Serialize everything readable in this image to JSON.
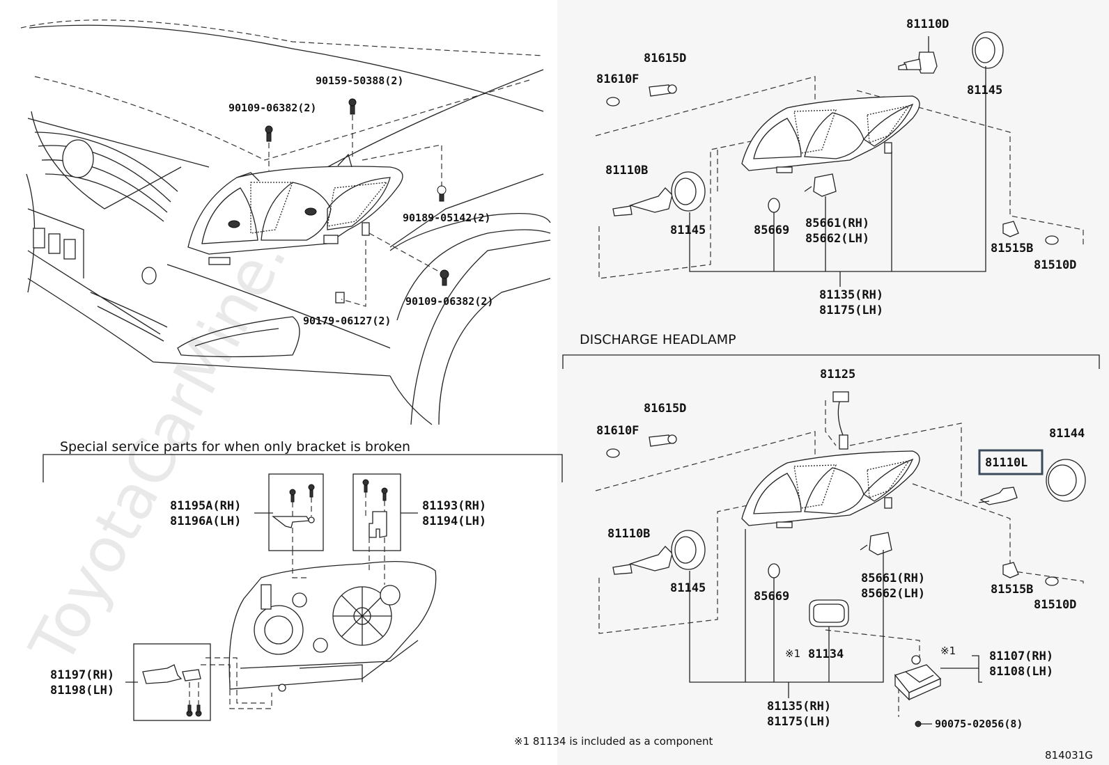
{
  "watermark": "ToyotaCarMine.ru",
  "diagram_id": "814031G",
  "footnote": "※1  81134 is included as a component",
  "sections": {
    "special_service": "Special service parts for when only bracket is broken",
    "discharge": "DISCHARGE HEADLAMP"
  },
  "vehicle_labels": {
    "bolt_top": "90159-50388(2)",
    "screw_top": "90109-06382(2)",
    "clip": "90189-05142(2)",
    "screw_bottom": "90109-06382(2)",
    "nut": "90179-06127(2)"
  },
  "bracket_labels": {
    "a1": "81195A(RH)",
    "a2": "81196A(LH)",
    "b1": "81193(RH)",
    "b2": "81194(LH)",
    "c1": "81197(RH)",
    "c2": "81198(LH)"
  },
  "halogen_labels": {
    "p81110d": "81110D",
    "p81615d": "81615D",
    "p81610f": "81610F",
    "p81145_top": "81145",
    "p81110b": "81110B",
    "p81145": "81145",
    "p85669": "85669",
    "p85661": "85661(RH)",
    "p85662": "85662(LH)",
    "p81515b": "81515B",
    "p81510d": "81510D",
    "assy_rh": "81135(RH)",
    "assy_lh": "81175(LH)"
  },
  "discharge_labels": {
    "p81125": "81125",
    "p81615d": "81615D",
    "p81610f": "81610F",
    "p81144": "81144",
    "p81110l": "81110L",
    "p81110b": "81110B",
    "p81145": "81145",
    "p85669": "85669",
    "p85661": "85661(RH)",
    "p85662": "85662(LH)",
    "p81515b": "81515B",
    "p81510d": "81510D",
    "mark": "※1",
    "p81134": "81134",
    "mark2": "※1",
    "p81107": "81107(RH)",
    "p81108": "81108(LH)",
    "p90075": "90075-02056(8)",
    "assy_rh": "81135(RH)",
    "assy_lh": "81175(LH)"
  },
  "colors": {
    "highlight_box": "#3a4a5a",
    "right_panel_bg": "#f6f6f6"
  }
}
